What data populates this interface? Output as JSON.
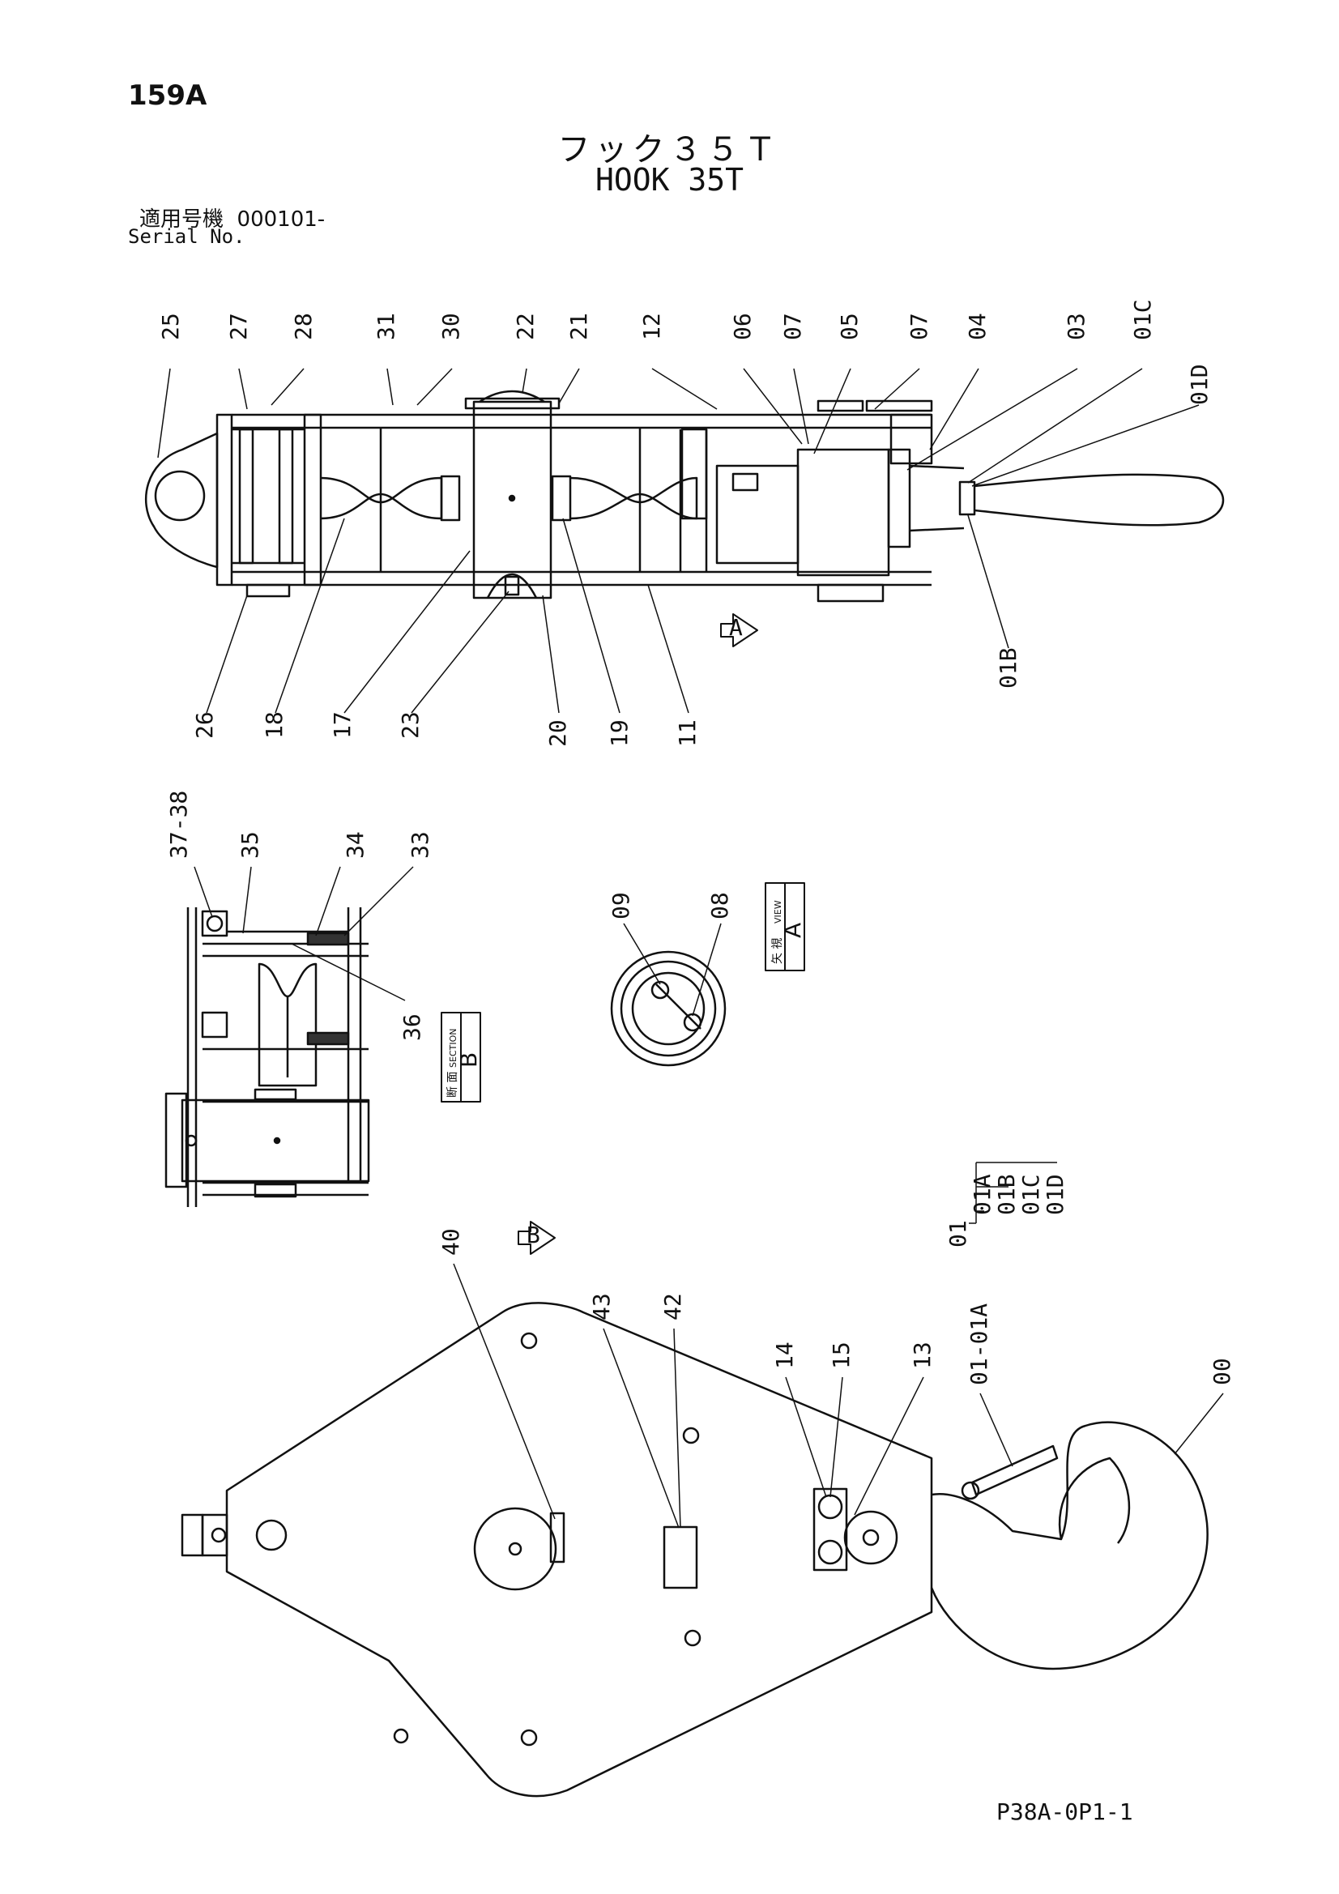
{
  "header": {
    "page_number": "159A",
    "title_jp": "フック３５Ｔ",
    "title_en": "HOOK 35T",
    "serial_label_jp": "適用号機",
    "serial_value": "000101-",
    "serial_label_en": "Serial No."
  },
  "footer": {
    "document_code": "P38A-0P1-1"
  },
  "view_markers": {
    "a": "A",
    "b": "B"
  },
  "view_box_a": {
    "jp": "矢 視",
    "en": "VIEW",
    "letter": "A"
  },
  "section_box_b": {
    "jp": "断 面",
    "en": "SECTION",
    "letter": "B"
  },
  "callouts_top": [
    "25",
    "27",
    "28",
    "31",
    "30",
    "22",
    "21",
    "12",
    "06",
    "07",
    "05",
    "07",
    "04",
    "03",
    "01C",
    "01D",
    "26",
    "18",
    "17",
    "23",
    "20",
    "19",
    "11",
    "01B"
  ],
  "callouts_view_a": [
    "09",
    "08"
  ],
  "callouts_section_b": [
    "37-38",
    "35",
    "34",
    "33",
    "36"
  ],
  "callouts_bottom": [
    "40",
    "43",
    "42",
    "14",
    "15",
    "13",
    "01-01A",
    "00"
  ],
  "assembly_tree": {
    "root": "01",
    "children": [
      "01A",
      "01B",
      "01C",
      "01D"
    ]
  }
}
